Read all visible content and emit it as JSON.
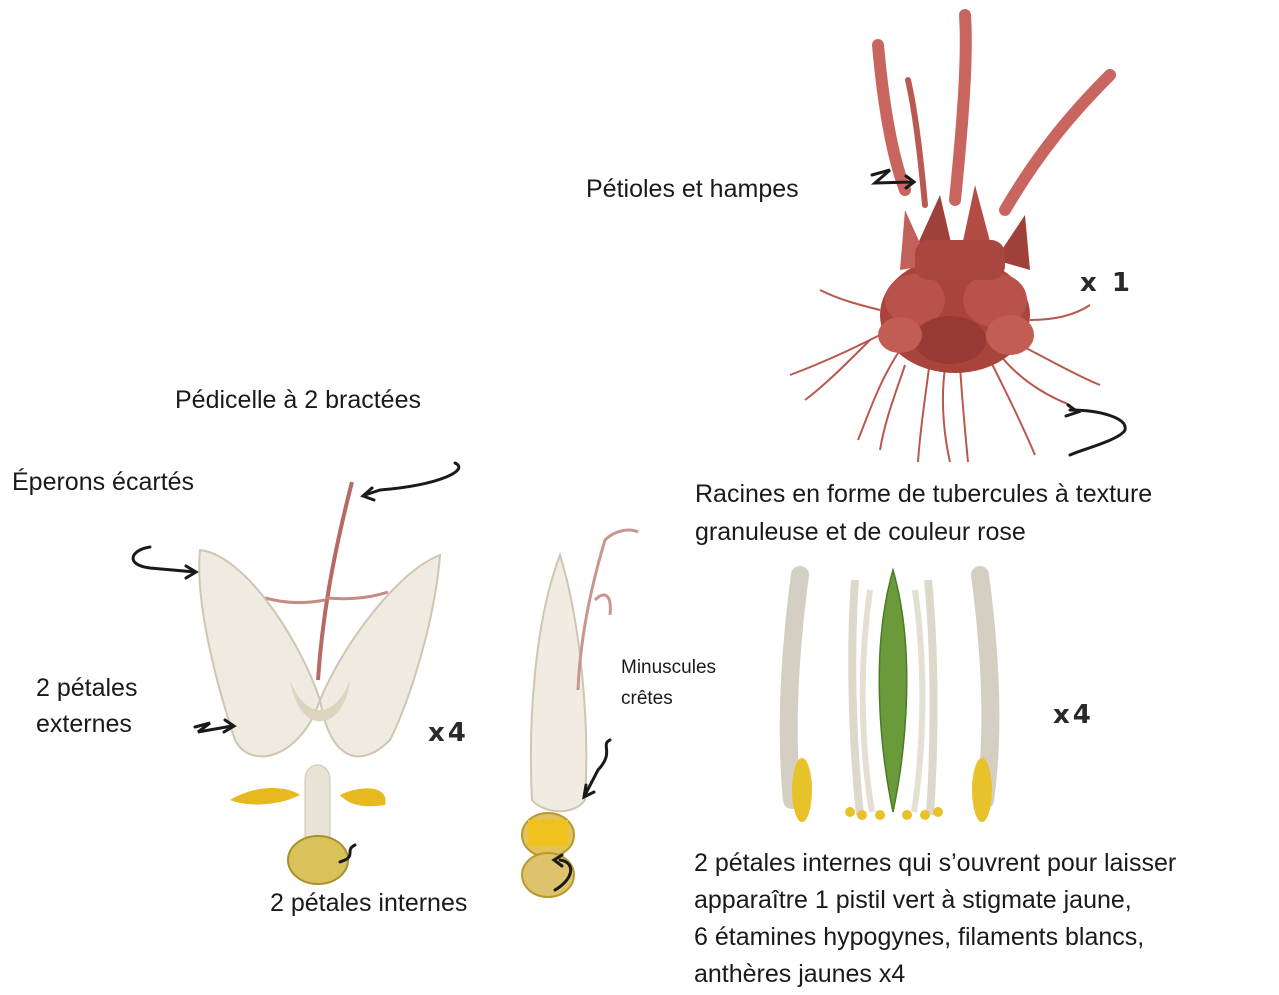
{
  "labels": {
    "petioles": "Pétioles et hampes",
    "pedicel": "Pédicelle à 2 bractées",
    "spurs": "Éperons écartés",
    "outer_petals_line1": "2 pétales",
    "outer_petals_line2": "externes",
    "inner_petals": "2 pétales internes",
    "crests_line1": "Minuscules",
    "crests_line2": "crêtes",
    "roots_line1": "Racines en forme de tubercules à texture",
    "roots_line2": "granuleuse et de couleur rose",
    "inner_open_line1": "2 pétales internes qui s’ouvrent pour laisser",
    "inner_open_line2": "apparaître 1 pistil vert à stigmate jaune,",
    "inner_open_line3": "6 étamines hypogynes, filaments blancs,",
    "inner_open_line4": "anthères jaunes x4"
  },
  "magnifications": {
    "plant": "x 1",
    "flower": "x4",
    "stamens": "x4"
  },
  "colors": {
    "petiole": "#c8655e",
    "tuber": "#a8443c",
    "petal": "#efebe1",
    "petal_shade": "#cfc6b2",
    "anther": "#e8c22a",
    "pistil": "#6a9a3a",
    "ink": "#1a1a1a"
  }
}
